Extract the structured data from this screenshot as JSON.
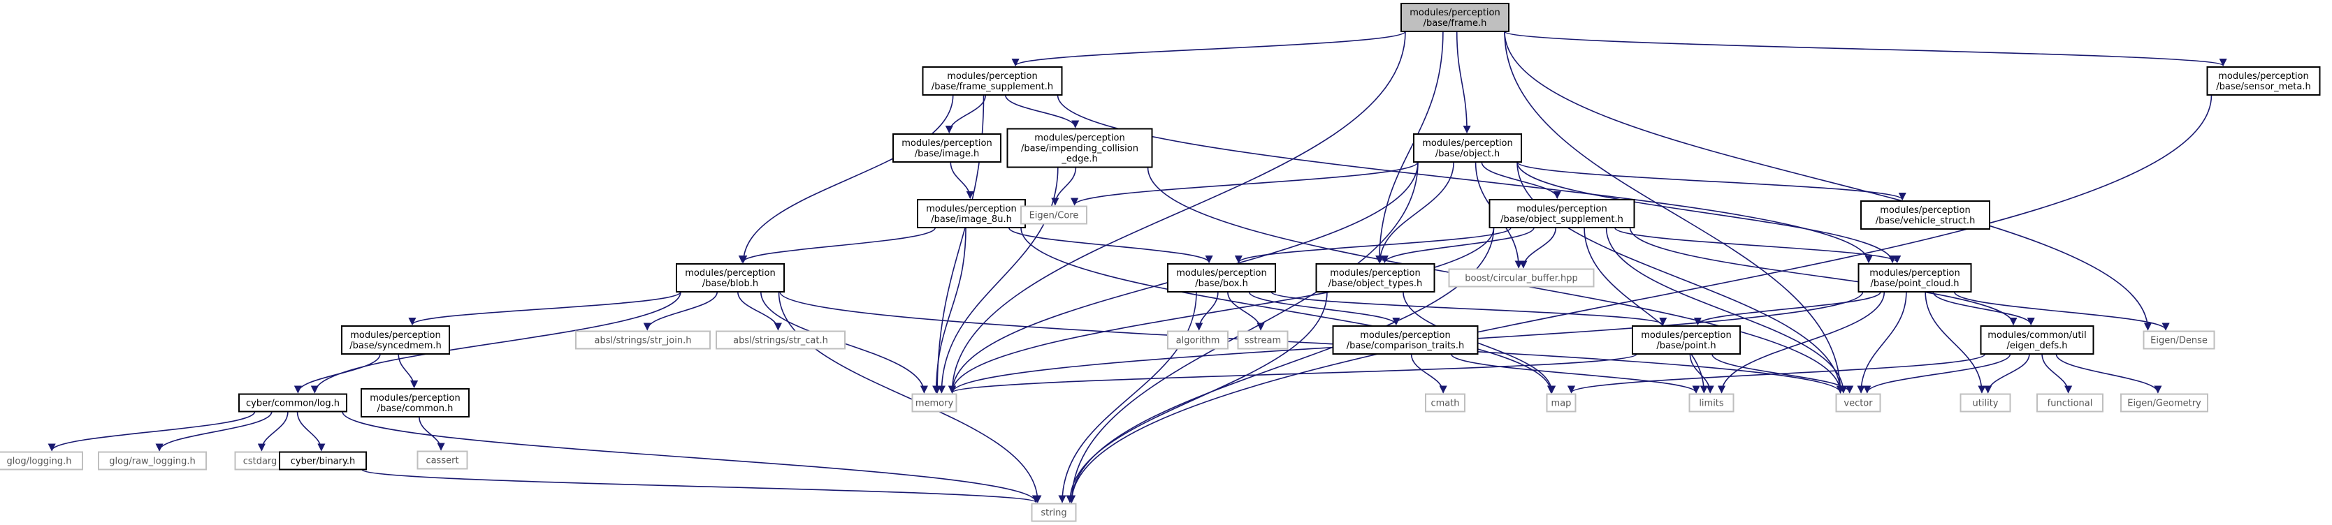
{
  "colors": {
    "edge": "#191970",
    "node_border": "#000000",
    "external_border": "#bfbfbf",
    "root_fill": "#bfbfbf",
    "text": "#000000",
    "external_text": "#555555"
  },
  "nodes": [
    {
      "id": "frame",
      "lines": [
        "modules/perception",
        "/base/frame.h"
      ],
      "kind": "root"
    },
    {
      "id": "frame_supplement",
      "lines": [
        "modules/perception",
        "/base/frame_supplement.h"
      ],
      "kind": "header"
    },
    {
      "id": "sensor_meta",
      "lines": [
        "modules/perception",
        "/base/sensor_meta.h"
      ],
      "kind": "header"
    },
    {
      "id": "image",
      "lines": [
        "modules/perception",
        "/base/image.h"
      ],
      "kind": "header"
    },
    {
      "id": "impending",
      "lines": [
        "modules/perception",
        "/base/impending_collision",
        "_edge.h"
      ],
      "kind": "header"
    },
    {
      "id": "object",
      "lines": [
        "modules/perception",
        "/base/object.h"
      ],
      "kind": "header"
    },
    {
      "id": "image_8u",
      "lines": [
        "modules/perception",
        "/base/image_8u.h"
      ],
      "kind": "header"
    },
    {
      "id": "eigen_core",
      "lines": [
        "Eigen/Core"
      ],
      "kind": "external"
    },
    {
      "id": "object_supplement",
      "lines": [
        "modules/perception",
        "/base/object_supplement.h"
      ],
      "kind": "header"
    },
    {
      "id": "vehicle_struct",
      "lines": [
        "modules/perception",
        "/base/vehicle_struct.h"
      ],
      "kind": "header"
    },
    {
      "id": "blob",
      "lines": [
        "modules/perception",
        "/base/blob.h"
      ],
      "kind": "header"
    },
    {
      "id": "box",
      "lines": [
        "modules/perception",
        "/base/box.h"
      ],
      "kind": "header"
    },
    {
      "id": "object_types",
      "lines": [
        "modules/perception",
        "/base/object_types.h"
      ],
      "kind": "header"
    },
    {
      "id": "boost_cb",
      "lines": [
        "boost/circular_buffer.hpp"
      ],
      "kind": "external"
    },
    {
      "id": "point_cloud",
      "lines": [
        "modules/perception",
        "/base/point_cloud.h"
      ],
      "kind": "header"
    },
    {
      "id": "syncedmem",
      "lines": [
        "modules/perception",
        "/base/syncedmem.h"
      ],
      "kind": "header"
    },
    {
      "id": "str_join",
      "lines": [
        "absl/strings/str_join.h"
      ],
      "kind": "external"
    },
    {
      "id": "str_cat",
      "lines": [
        "absl/strings/str_cat.h"
      ],
      "kind": "external"
    },
    {
      "id": "algorithm",
      "lines": [
        "algorithm"
      ],
      "kind": "external"
    },
    {
      "id": "sstream",
      "lines": [
        "sstream"
      ],
      "kind": "external"
    },
    {
      "id": "comparison_traits",
      "lines": [
        "modules/perception",
        "/base/comparison_traits.h"
      ],
      "kind": "header"
    },
    {
      "id": "point",
      "lines": [
        "modules/perception",
        "/base/point.h"
      ],
      "kind": "header"
    },
    {
      "id": "eigen_defs",
      "lines": [
        "modules/common/util",
        "/eigen_defs.h"
      ],
      "kind": "header"
    },
    {
      "id": "eigen_dense",
      "lines": [
        "Eigen/Dense"
      ],
      "kind": "external"
    },
    {
      "id": "common",
      "lines": [
        "modules/perception",
        "/base/common.h"
      ],
      "kind": "header"
    },
    {
      "id": "log",
      "lines": [
        "cyber/common/log.h"
      ],
      "kind": "header"
    },
    {
      "id": "memory",
      "lines": [
        "memory"
      ],
      "kind": "external"
    },
    {
      "id": "map",
      "lines": [
        "map"
      ],
      "kind": "external"
    },
    {
      "id": "limits",
      "lines": [
        "limits"
      ],
      "kind": "external"
    },
    {
      "id": "vector",
      "lines": [
        "vector"
      ],
      "kind": "external"
    },
    {
      "id": "utility",
      "lines": [
        "utility"
      ],
      "kind": "external"
    },
    {
      "id": "functional",
      "lines": [
        "functional"
      ],
      "kind": "external"
    },
    {
      "id": "eigen_geometry",
      "lines": [
        "Eigen/Geometry"
      ],
      "kind": "external"
    },
    {
      "id": "cmath",
      "lines": [
        "cmath"
      ],
      "kind": "external"
    },
    {
      "id": "cassert",
      "lines": [
        "cassert"
      ],
      "kind": "external"
    },
    {
      "id": "glog_logging",
      "lines": [
        "glog/logging.h"
      ],
      "kind": "external"
    },
    {
      "id": "glog_raw",
      "lines": [
        "glog/raw_logging.h"
      ],
      "kind": "external"
    },
    {
      "id": "cstdarg",
      "lines": [
        "cstdarg"
      ],
      "kind": "external"
    },
    {
      "id": "cyber_binary",
      "lines": [
        "cyber/binary.h"
      ],
      "kind": "header"
    },
    {
      "id": "string",
      "lines": [
        "string"
      ],
      "kind": "external"
    }
  ],
  "edges": [
    [
      "frame",
      "frame_supplement"
    ],
    [
      "frame",
      "sensor_meta"
    ],
    [
      "frame",
      "object"
    ],
    [
      "frame",
      "object_types"
    ],
    [
      "frame",
      "memory"
    ],
    [
      "frame",
      "eigen_dense"
    ],
    [
      "frame",
      "vector"
    ],
    [
      "frame_supplement",
      "image"
    ],
    [
      "frame_supplement",
      "impending"
    ],
    [
      "frame_supplement",
      "blob"
    ],
    [
      "frame_supplement",
      "memory"
    ],
    [
      "frame_supplement",
      "point_cloud"
    ],
    [
      "sensor_meta",
      "string"
    ],
    [
      "image",
      "image_8u"
    ],
    [
      "impending",
      "eigen_core"
    ],
    [
      "impending",
      "memory"
    ],
    [
      "impending",
      "vector"
    ],
    [
      "object",
      "eigen_core"
    ],
    [
      "object",
      "object_supplement"
    ],
    [
      "object",
      "vehicle_struct"
    ],
    [
      "object",
      "object_types"
    ],
    [
      "object",
      "boost_cb"
    ],
    [
      "object",
      "point_cloud"
    ],
    [
      "object",
      "memory"
    ],
    [
      "object",
      "string"
    ],
    [
      "object",
      "vector"
    ],
    [
      "image_8u",
      "blob"
    ],
    [
      "image_8u",
      "box"
    ],
    [
      "image_8u",
      "memory"
    ],
    [
      "image_8u",
      "map"
    ],
    [
      "object_supplement",
      "box"
    ],
    [
      "object_supplement",
      "object_types"
    ],
    [
      "object_supplement",
      "boost_cb"
    ],
    [
      "object_supplement",
      "point_cloud"
    ],
    [
      "object_supplement",
      "eigen_defs"
    ],
    [
      "object_supplement",
      "memory"
    ],
    [
      "object_supplement",
      "string"
    ],
    [
      "object_supplement",
      "limits"
    ],
    [
      "object_supplement",
      "vector"
    ],
    [
      "blob",
      "syncedmem"
    ],
    [
      "blob",
      "str_join"
    ],
    [
      "blob",
      "str_cat"
    ],
    [
      "blob",
      "log"
    ],
    [
      "blob",
      "memory"
    ],
    [
      "blob",
      "string"
    ],
    [
      "blob",
      "vector"
    ],
    [
      "box",
      "algorithm"
    ],
    [
      "box",
      "sstream"
    ],
    [
      "box",
      "comparison_traits"
    ],
    [
      "box",
      "point"
    ],
    [
      "box",
      "string"
    ],
    [
      "object_types",
      "map"
    ],
    [
      "object_types",
      "string"
    ],
    [
      "point_cloud",
      "point"
    ],
    [
      "point_cloud",
      "eigen_defs"
    ],
    [
      "point_cloud",
      "eigen_dense"
    ],
    [
      "point_cloud",
      "memory"
    ],
    [
      "point_cloud",
      "limits"
    ],
    [
      "point_cloud",
      "vector"
    ],
    [
      "point_cloud",
      "utility"
    ],
    [
      "syncedmem",
      "common"
    ],
    [
      "syncedmem",
      "log"
    ],
    [
      "comparison_traits",
      "cmath"
    ],
    [
      "comparison_traits",
      "limits"
    ],
    [
      "point",
      "memory"
    ],
    [
      "point",
      "limits"
    ],
    [
      "point",
      "vector"
    ],
    [
      "eigen_defs",
      "map"
    ],
    [
      "eigen_defs",
      "vector"
    ],
    [
      "eigen_defs",
      "utility"
    ],
    [
      "eigen_defs",
      "functional"
    ],
    [
      "eigen_defs",
      "eigen_geometry"
    ],
    [
      "common",
      "cassert"
    ],
    [
      "log",
      "glog_logging"
    ],
    [
      "log",
      "glog_raw"
    ],
    [
      "log",
      "cstdarg"
    ],
    [
      "log",
      "cyber_binary"
    ],
    [
      "log",
      "string"
    ],
    [
      "cyber_binary",
      "string"
    ]
  ]
}
